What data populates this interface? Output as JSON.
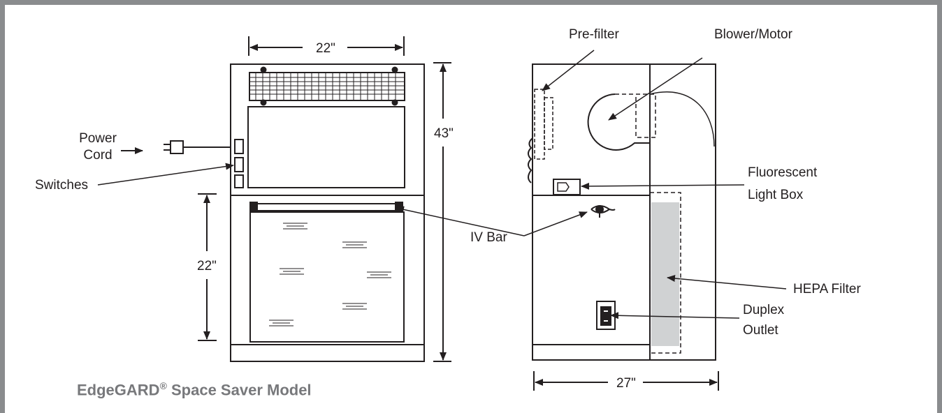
{
  "dimensions": {
    "front_width": "22\"",
    "front_height": "43\"",
    "work_opening": "22\"",
    "side_depth": "27\""
  },
  "labels": {
    "power_cord_1": "Power",
    "power_cord_2": "Cord",
    "switches": "Switches",
    "pre_filter": "Pre-filter",
    "blower_motor": "Blower/Motor",
    "fluorescent_1": "Fluorescent",
    "fluorescent_2": "Light Box",
    "iv_bar": "IV Bar",
    "hepa_filter": "HEPA Filter",
    "duplex_1": "Duplex",
    "duplex_2": "Outlet"
  },
  "caption": {
    "name": "EdgeGARD",
    "mark": "®",
    "model": " Space Saver Model"
  },
  "colors": {
    "frame": "#8a8c8e",
    "line": "#231f20",
    "hepa_fill": "#d0d2d3",
    "caption": "#77787b"
  }
}
